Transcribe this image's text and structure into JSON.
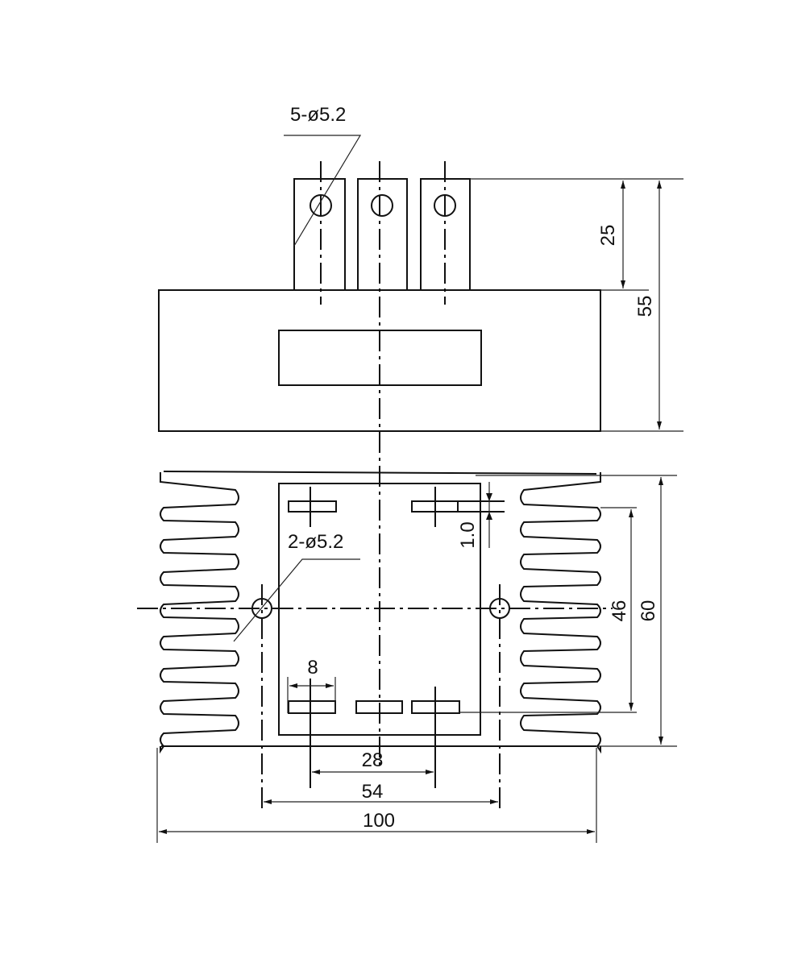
{
  "drawing": {
    "top_view": {
      "hole_callout": "5-ø5.2",
      "tab_height_dim": "25",
      "total_height_dim": "55"
    },
    "bottom_view": {
      "mount_hole_callout": "2-ø5.2",
      "terminal_thickness_dim": "1.0",
      "terminal_width_dim": "8",
      "terminal_pitch_dim": "28",
      "mount_hole_spacing_dim": "54",
      "overall_width_dim": "100",
      "terminal_span_dim": "46",
      "overall_depth_dim": "60"
    }
  }
}
